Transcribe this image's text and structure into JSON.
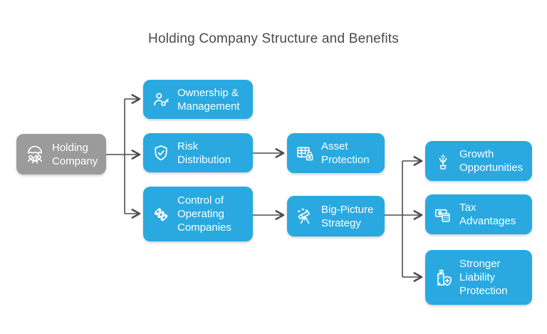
{
  "title": "Holding Company Structure and Benefits",
  "colors": {
    "node_fill": "#29a9e0",
    "root_fill": "#9b9b9b",
    "node_text": "#ffffff",
    "title_text": "#4a4a4a",
    "connector": "#4d4d4d",
    "background": "#ffffff"
  },
  "nodes": {
    "holding": {
      "label": "Holding\nCompany",
      "icon": "umbrella-group-icon"
    },
    "ownership": {
      "label": "Ownership &\nManagement",
      "icon": "person-key-icon"
    },
    "risk": {
      "label": "Risk\nDistribution",
      "icon": "shield-check-icon"
    },
    "control": {
      "label": "Control of\nOperating\nCompanies",
      "icon": "chain-links-icon"
    },
    "asset": {
      "label": "Asset\nProtection",
      "icon": "table-lock-icon"
    },
    "strategy": {
      "label": "Big-Picture\nStrategy",
      "icon": "telescope-icon"
    },
    "growth": {
      "label": "Growth\nOpportunities",
      "icon": "plant-icon"
    },
    "tax": {
      "label": "Tax\nAdvantages",
      "icon": "money-calculator-icon"
    },
    "liability": {
      "label": "Stronger\nLiability\nProtection",
      "icon": "building-shield-icon"
    }
  },
  "edges": [
    "holding -> ownership",
    "holding -> risk",
    "holding -> control",
    "risk -> asset",
    "control -> strategy",
    "strategy -> growth",
    "strategy -> tax",
    "strategy -> liability"
  ]
}
